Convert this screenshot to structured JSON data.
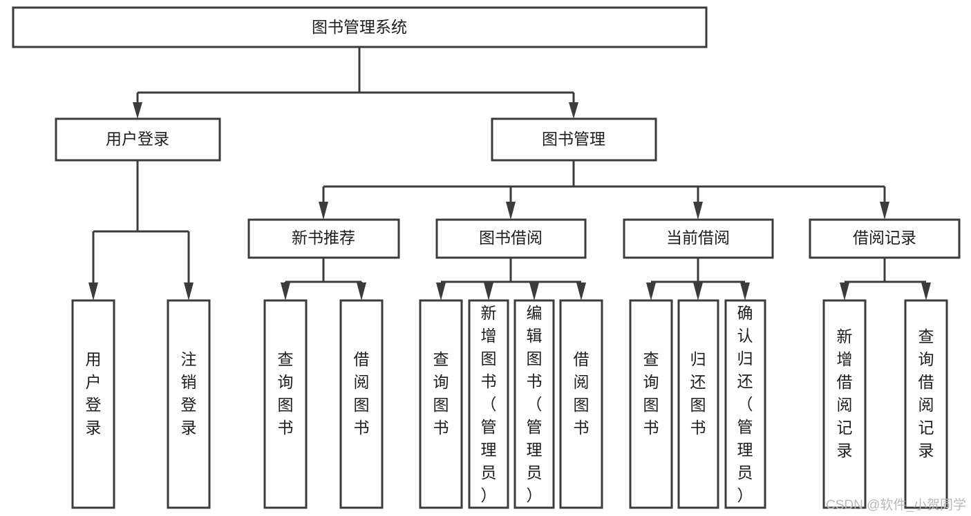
{
  "diagram": {
    "type": "tree-hierarchy",
    "title": "图书管理系统",
    "orientation": "top-down",
    "colors": {
      "background": "#ffffff",
      "box_fill": "#ffffff",
      "box_stroke": "#3b3b3b",
      "text": "#1d1d1d",
      "watermark": "#b9b9b9"
    }
  },
  "root": {
    "label": "图书管理系统"
  },
  "level2": [
    {
      "label": "用户登录"
    },
    {
      "label": "图书管理"
    }
  ],
  "level3": [
    {
      "label": "新书推荐"
    },
    {
      "label": "图书借阅"
    },
    {
      "label": "当前借阅"
    },
    {
      "label": "借阅记录"
    }
  ],
  "leaves": {
    "user_login": [
      {
        "label": "用户登录"
      },
      {
        "label": "注销登录"
      }
    ],
    "new_book_recommend": [
      {
        "label": "查询图书"
      },
      {
        "label": "借阅图书"
      }
    ],
    "book_borrow": [
      {
        "label": "查询图书"
      },
      {
        "label": "新增图书（管理员）"
      },
      {
        "label": "编辑图书（管理员）"
      },
      {
        "label": "借阅图书"
      }
    ],
    "current_borrow": [
      {
        "label": "查询图书"
      },
      {
        "label": "归还图书"
      },
      {
        "label": "确认归还（管理员）"
      }
    ],
    "borrow_record": [
      {
        "label": "新增借阅记录"
      },
      {
        "label": "查询借阅记录"
      }
    ]
  },
  "watermark": {
    "text": "CSDN @软件_小贺同学"
  }
}
